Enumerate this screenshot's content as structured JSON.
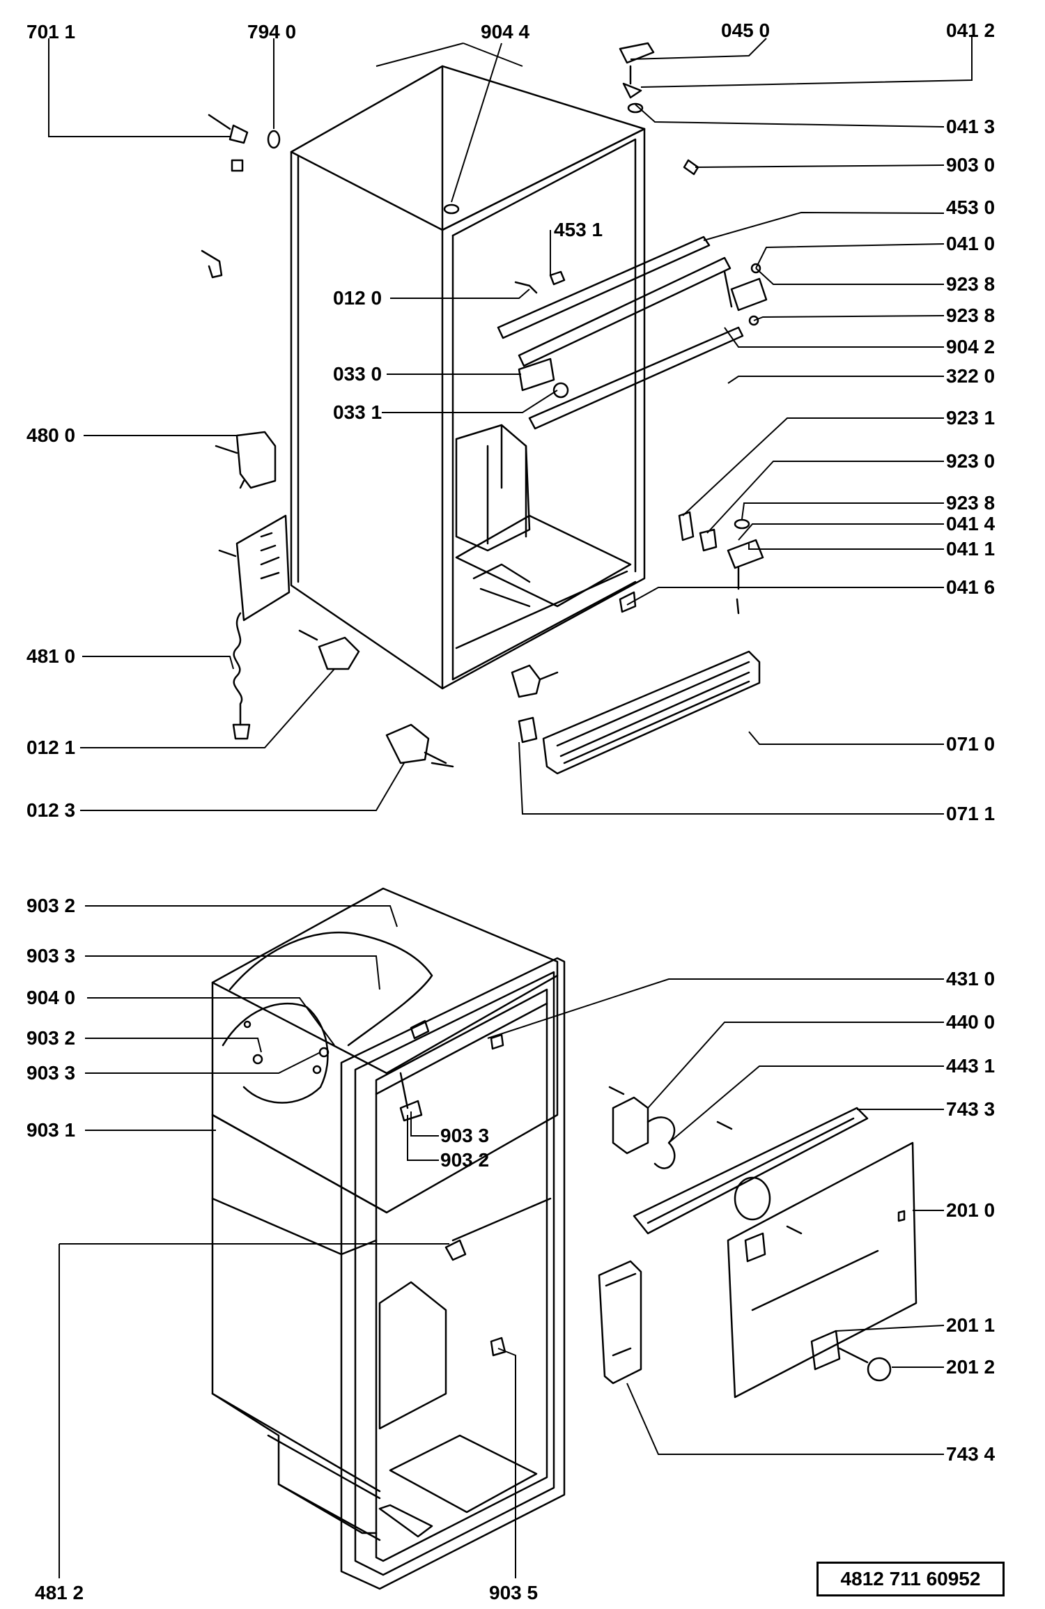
{
  "document_number": "4812  711  60952",
  "callouts_top": [
    "701 1",
    "794 0",
    "904 4",
    "045 0",
    "041 2",
    "041 3",
    "903 0",
    "453 0",
    "453 1",
    "041 0",
    "923 8",
    "923 8",
    "904 2",
    "012 0",
    "033 0",
    "322 0",
    "033 1",
    "923 1",
    "480 0",
    "923 0",
    "923 8",
    "041 4",
    "041 1",
    "041 6",
    "481 0",
    "012 1",
    "071 0",
    "012 3",
    "071 1"
  ],
  "callouts_bottom": [
    "903 2",
    "903 3",
    "904 0",
    "431 0",
    "903 2",
    "440 0",
    "903 3",
    "443 1",
    "743 3",
    "903 1",
    "903 3",
    "903 2",
    "201 0",
    "481 2",
    "201 1",
    "201 2",
    "743 4",
    "903 5"
  ],
  "colors": {
    "ink": "#000000",
    "paper": "#ffffff"
  }
}
